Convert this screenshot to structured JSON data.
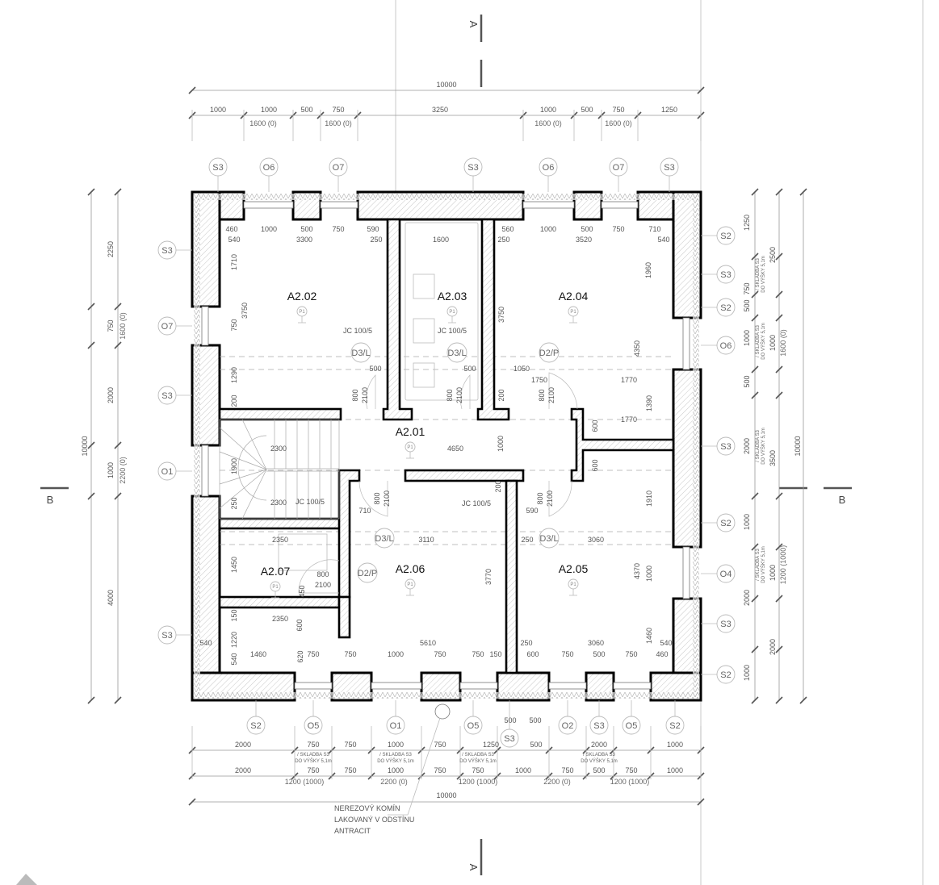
{
  "sections": {
    "top": "A",
    "bottom": "A",
    "left": "B",
    "right": "B"
  },
  "tags": {
    "top": [
      "S3",
      "O6",
      "O7",
      "S3",
      "O6",
      "O7",
      "S3"
    ],
    "bottom": [
      "S2",
      "O5",
      "O1",
      "O5",
      "S3",
      "O2",
      "S3",
      "O5",
      "S2"
    ],
    "left": [
      "S3",
      "O7",
      "S3",
      "O1",
      "S3"
    ],
    "right": [
      "S2",
      "S3",
      "S2",
      "O6",
      "S3",
      "S2",
      "O4",
      "S3",
      "S2"
    ]
  },
  "rooms": [
    {
      "id": "A2.02",
      "floor": "P1"
    },
    {
      "id": "A2.03",
      "floor": "P1"
    },
    {
      "id": "A2.04",
      "floor": "P1"
    },
    {
      "id": "A2.01",
      "floor": "P1"
    },
    {
      "id": "A2.06",
      "floor": "P1"
    },
    {
      "id": "A2.05",
      "floor": "P1"
    },
    {
      "id": "A2.07",
      "floor": "P1"
    }
  ],
  "doors": [
    "D3/L",
    "D3/L",
    "D2/P",
    "D3/L",
    "D3/L",
    "D2/P"
  ],
  "door_size": {
    "width": "800",
    "height": "2100"
  },
  "notes": {
    "jc": "JC 100/5",
    "skladba": [
      "/ SKLADBA S3",
      "DO VÝŠKY 5,1m"
    ],
    "chimney": [
      "NEREZOVÝ KOMÍN",
      "LAKOVANÝ V ODSTÍNU",
      "ANTRACIT"
    ]
  },
  "dims": {
    "top_total": "10000",
    "top_chain": [
      "1000",
      "1000",
      "500",
      "750",
      "3250",
      "1000",
      "500",
      "750",
      "1250"
    ],
    "top_openings": [
      "1600 (0)",
      "1600 (0)",
      "1600 (0)",
      "1600 (0)"
    ],
    "bottom_chain1": [
      "2000",
      "750",
      "750",
      "1000",
      "750",
      "1250",
      "500",
      "2000",
      "1000"
    ],
    "bottom_chain2": [
      "2000",
      "750",
      "750",
      "1000",
      "750",
      "750",
      "1000",
      "750",
      "500",
      "750",
      "1000"
    ],
    "bottom_openings": [
      "1200 (1000)",
      "2200 (0)",
      "1200 (1000)",
      "2200 (0)",
      "1200 (1000)"
    ],
    "bottom_extra": [
      "500",
      "500"
    ],
    "bottom_total": "10000",
    "left_chain": [
      "2250",
      "750",
      "2000",
      "1000",
      "4000"
    ],
    "left_openings": [
      "1600 (0)",
      "2200 (0)"
    ],
    "left_total": "10000",
    "right_chain1": [
      "1250",
      "750",
      "500",
      "1000",
      "500",
      "2000",
      "1000",
      "2000",
      "1000"
    ],
    "right_chain2": [
      "2500",
      "1000",
      "3500",
      "1000",
      "2000"
    ],
    "right_openings": [
      "1600 (0)",
      "1200 (1000)"
    ],
    "right_total": "10000",
    "interior": [
      "460",
      "1000",
      "500",
      "750",
      "590",
      "560",
      "1000",
      "500",
      "750",
      "710",
      "540",
      "3300",
      "250",
      "1600",
      "250",
      "3520",
      "540",
      "1710",
      "3750",
      "750",
      "1290",
      "200",
      "1900",
      "250",
      "1450",
      "150",
      "1220",
      "540",
      "3750",
      "1960",
      "4350",
      "200",
      "1000",
      "1390",
      "600",
      "600",
      "1910",
      "4370",
      "1000",
      "1460",
      "3770",
      "200",
      "450",
      "600",
      "500",
      "500",
      "1050",
      "1750",
      "1770",
      "1770",
      "2300",
      "4650",
      "2300",
      "710",
      "590",
      "3110",
      "250",
      "3060",
      "2350",
      "2350",
      "5610",
      "3060",
      "250",
      "1460",
      "620",
      "750",
      "750",
      "1000",
      "750",
      "750",
      "150",
      "600",
      "750",
      "500",
      "750",
      "460",
      "540",
      "540"
    ]
  }
}
